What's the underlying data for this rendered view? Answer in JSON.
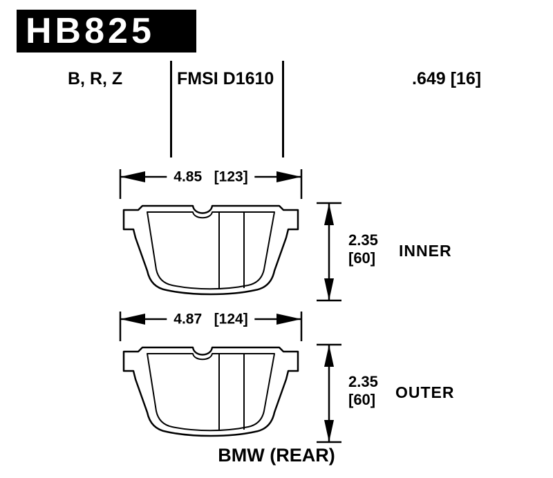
{
  "header": {
    "part_number": "HB825"
  },
  "info": {
    "compounds": "B, R, Z",
    "fmsi": "FMSI D1610",
    "pad_spec": ".649 [16]"
  },
  "pad_inner": {
    "width_dim": "4.85   [123]",
    "thickness_in": "2.35",
    "thickness_mm": "[60]",
    "label": "INNER"
  },
  "pad_outer": {
    "width_dim": "4.87   [124]",
    "thickness_in": "2.35",
    "thickness_mm": "[60]",
    "label": "OUTER"
  },
  "footer": {
    "application": "BMW (REAR)"
  }
}
